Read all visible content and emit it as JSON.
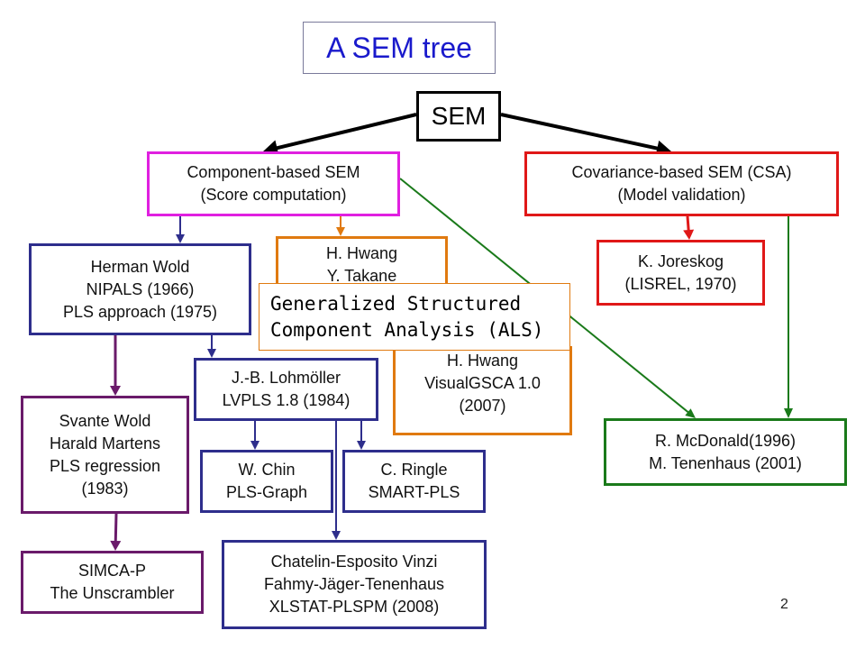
{
  "slide": {
    "title": "A SEM tree",
    "page_number": "2"
  },
  "colors": {
    "title": "#1a1acc",
    "root": "#000000",
    "component": "#e020e0",
    "covariance": "#e01818",
    "wold_branch": "#2e2e8c",
    "hwang_branch": "#e07a10",
    "svante_branch": "#6a1a6a",
    "mcdonald_branch": "#1a7a1a"
  },
  "nodes": {
    "root": {
      "lines": [
        "SEM"
      ]
    },
    "component_based": {
      "lines": [
        "Component-based SEM",
        "(Score computation)"
      ]
    },
    "covariance_based": {
      "lines": [
        "Covariance-based SEM (CSA)",
        "(Model validation)"
      ]
    },
    "herman_wold": {
      "lines": [
        "Herman Wold",
        "NIPALS (1966)",
        "PLS approach (1975)"
      ]
    },
    "hwang_takane": {
      "lines": [
        "H. Hwang",
        "Y. Takane"
      ]
    },
    "gsca_callout": {
      "lines": [
        "Generalized Structured",
        "Component Analysis (ALS)"
      ]
    },
    "hwang_visualgsca": {
      "lines": [
        "H. Hwang",
        "VisualGSCA 1.0",
        "(2007)"
      ]
    },
    "joreskog": {
      "lines": [
        "K. Joreskog",
        "(LISREL, 1970)"
      ]
    },
    "lohmoller": {
      "lines": [
        "J.-B. Lohmöller",
        "LVPLS 1.8 (1984)"
      ]
    },
    "svante_wold": {
      "lines": [
        "Svante Wold",
        "Harald Martens",
        "PLS regression",
        "(1983)"
      ]
    },
    "mcdonald": {
      "lines": [
        "R. McDonald(1996)",
        "M. Tenenhaus (2001)"
      ]
    },
    "chin": {
      "lines": [
        "W. Chin",
        "PLS-Graph"
      ]
    },
    "ringle": {
      "lines": [
        "C. Ringle",
        "SMART-PLS"
      ]
    },
    "simca": {
      "lines": [
        "SIMCA-P",
        "The Unscrambler"
      ]
    },
    "chatelin": {
      "lines": [
        "Chatelin-Esposito Vinzi",
        "Fahmy-Jäger-Tenenhaus",
        "XLSTAT-PLSPM (2008)"
      ]
    }
  }
}
